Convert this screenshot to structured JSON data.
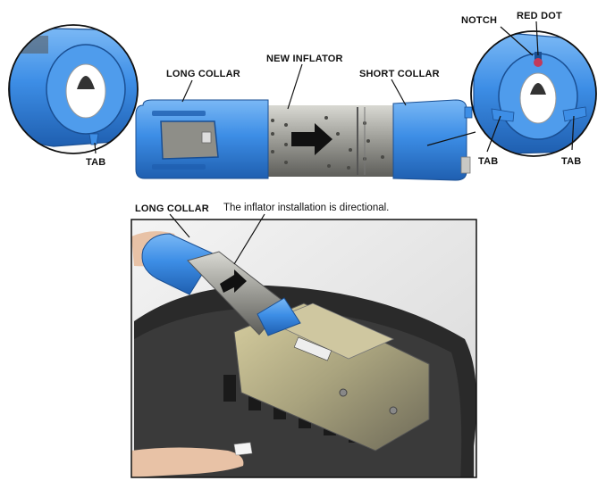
{
  "labels": {
    "long_collar_top": "LONG COLLAR",
    "new_inflator": "NEW INFLATOR",
    "short_collar": "SHORT COLLAR",
    "notch": "NOTCH",
    "red_dot": "RED DOT",
    "tab_left": "TAB",
    "tab_right_1": "TAB",
    "tab_right_2": "TAB",
    "long_collar_bottom": "LONG COLLAR",
    "directional_note": "The inflator installation is directional."
  },
  "colors": {
    "collar_blue": "#3d8ee6",
    "collar_dark": "#1f5fb0",
    "metal": "#9a9a94",
    "red_dot": "#c23a5a",
    "outline": "#111111"
  }
}
